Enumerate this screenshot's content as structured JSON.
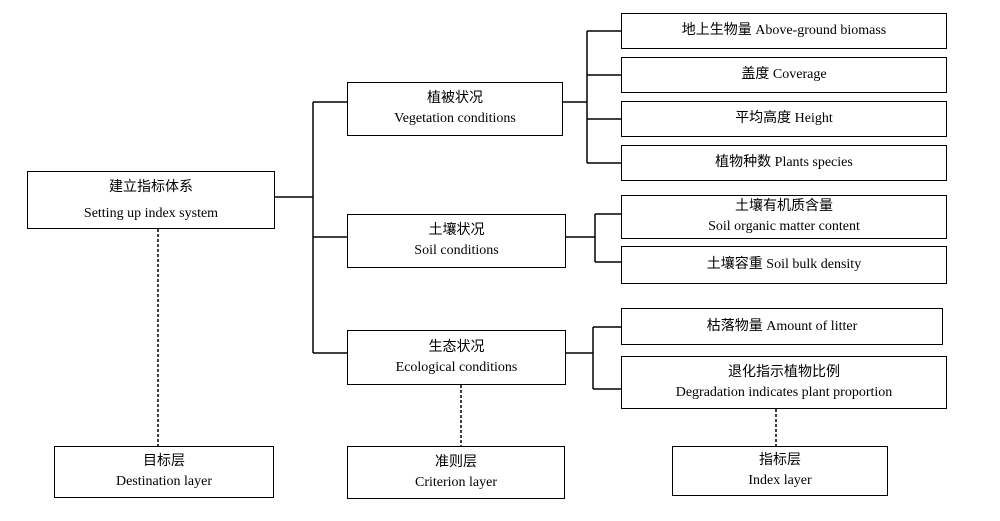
{
  "root": {
    "zh": "建立指标体系",
    "en": "Setting up index system"
  },
  "criteria": [
    {
      "zh": "植被状况",
      "en": "Vegetation conditions",
      "indices": [
        {
          "text": "地上生物量 Above-ground biomass"
        },
        {
          "text": "盖度 Coverage"
        },
        {
          "text": "平均高度 Height"
        },
        {
          "text": "植物种数 Plants species"
        }
      ]
    },
    {
      "zh": "土壤状况",
      "en": "Soil conditions",
      "indices": [
        {
          "zh": "土壤有机质含量",
          "en": "Soil organic matter content"
        },
        {
          "text": "土壤容重 Soil bulk density"
        }
      ]
    },
    {
      "zh": "生态状况",
      "en": "Ecological conditions",
      "indices": [
        {
          "text": "枯落物量 Amount of litter"
        },
        {
          "zh": "退化指示植物比例",
          "en": "Degradation indicates plant proportion"
        }
      ]
    }
  ],
  "layers": [
    {
      "zh": "目标层",
      "en": "Destination layer"
    },
    {
      "zh": "准则层",
      "en": "Criterion layer"
    },
    {
      "zh": "指标层",
      "en": "Index layer"
    }
  ]
}
